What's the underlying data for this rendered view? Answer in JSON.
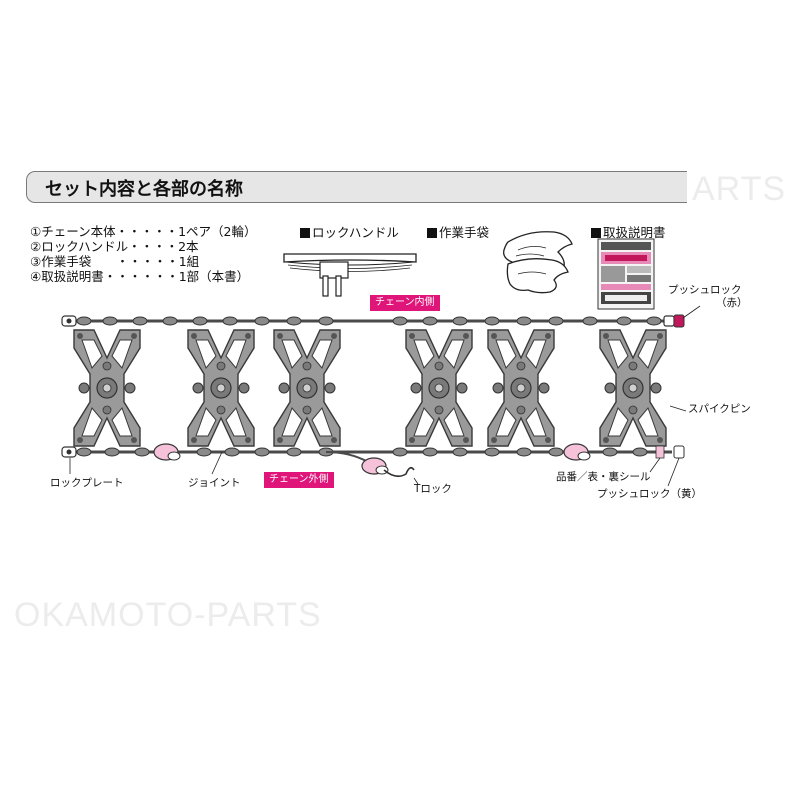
{
  "watermark": {
    "top": "ARTS",
    "bottom": "OKAMOTO-PARTS"
  },
  "title": "セット内容と各部の名称",
  "contents": [
    "①チェーン本体・・・・・1ペア（2輪）",
    "②ロックハンドル・・・・2本",
    "③作業手袋　　・・・・・1組",
    "④取扱説明書・・・・・・1部（本書）"
  ],
  "parts": {
    "lock_handle": "ロックハンドル",
    "gloves": "作業手袋",
    "manual": "取扱説明書"
  },
  "labels": {
    "chain_inner": "チェーン内側",
    "chain_outer": "チェーン外側",
    "push_lock_red": "プッシュロック",
    "push_lock_red_color": "（赤）",
    "spike_pin": "スパイクピン",
    "lock_plate": "ロックプレート",
    "joint": "ジョイント",
    "t_lock": "Tロック",
    "seal": "品番／表・裏シール",
    "push_lock_yellow": "プッシュロック（黄）"
  },
  "colors": {
    "accent": "#e0157a",
    "chain": "#6b6b6b",
    "push_lock_red": "#c2185b"
  }
}
